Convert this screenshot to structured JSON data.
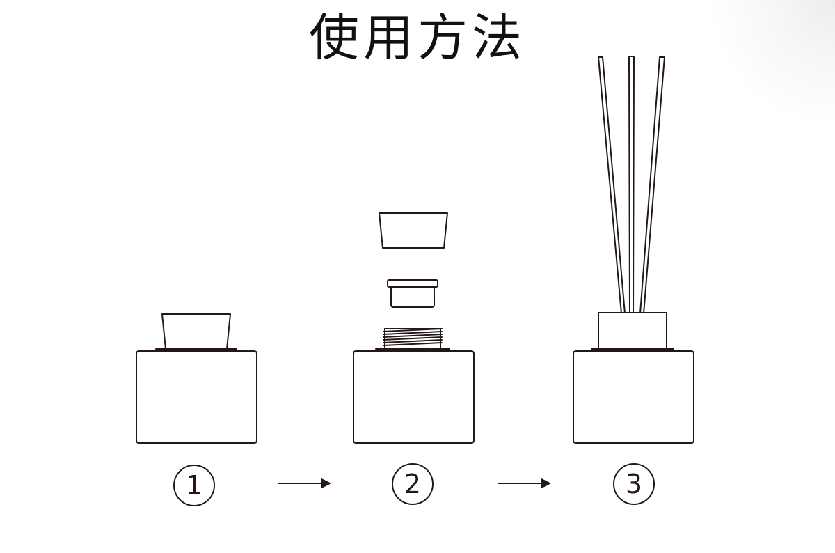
{
  "title": "使用方法",
  "steps": [
    {
      "label": "1"
    },
    {
      "label": "2"
    },
    {
      "label": "3"
    }
  ],
  "colors": {
    "line": "#231815",
    "text": "#111111"
  },
  "icons": [
    "bottle-with-cap",
    "arrow-right",
    "bottle-cap-removed",
    "arrow-right",
    "bottle-with-reeds"
  ]
}
